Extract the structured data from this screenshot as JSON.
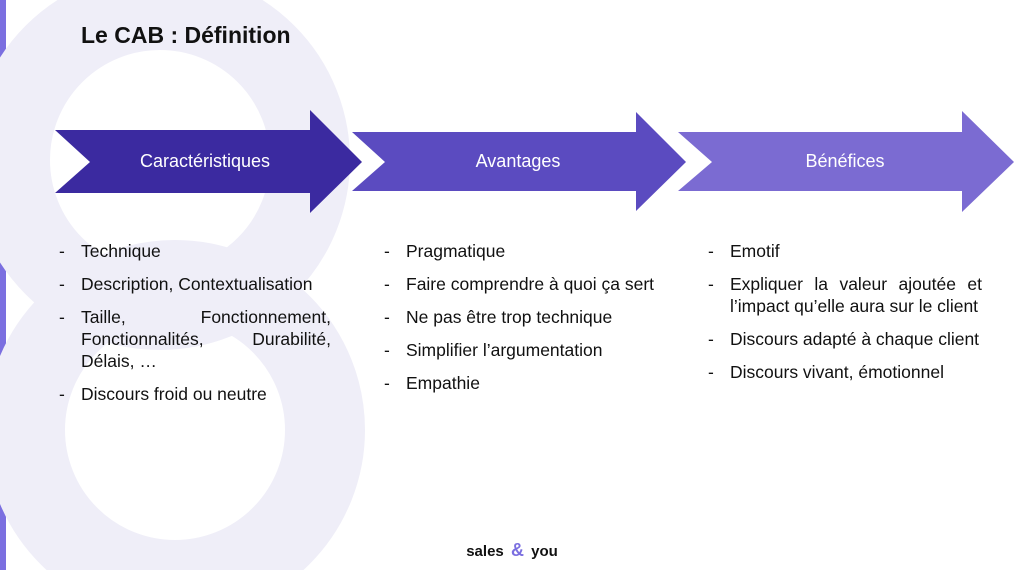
{
  "title": "Le CAB : Définition",
  "arrows": [
    {
      "label": "Caractéristiques",
      "color": "#3b2aa0"
    },
    {
      "label": "Avantages",
      "color": "#5b4bc0"
    },
    {
      "label": "Bénéfices",
      "color": "#7b6bd2"
    }
  ],
  "columns": [
    {
      "items": [
        "Technique",
        "Description, Contextualisation",
        "Taille, Fonctionnement, Fonctionnalités, Durabilité, Délais, …",
        "Discours froid ou neutre"
      ]
    },
    {
      "items": [
        "Pragmatique",
        "Faire comprendre à quoi ça sert",
        "Ne pas être trop technique",
        "Simplifier l’argumentation",
        "Empathie"
      ]
    },
    {
      "items": [
        "Emotif",
        "Expliquer la valeur ajoutée et l’impact qu’elle aura sur le client",
        "Discours adapté à chaque client",
        "Discours vivant, émotionnel"
      ]
    }
  ],
  "bullet": "-",
  "logo": {
    "left": "sales",
    "mark": "&",
    "right": "you"
  },
  "colors": {
    "accent": "#7b6fe0",
    "deco": "#eeedf7"
  }
}
